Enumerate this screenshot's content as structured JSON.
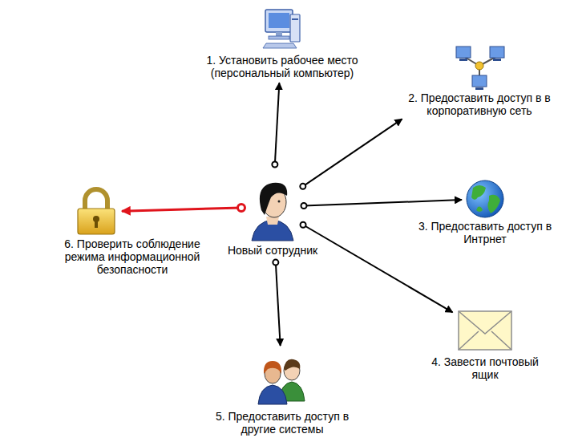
{
  "diagram": {
    "nodes": [
      {
        "text": [
          "Новый сотрудник"
        ]
      },
      {
        "text": [
          "1. Установить рабочее место (персональный компьютер)"
        ]
      },
      {
        "text": [
          "2. Предоставить доступ в в корпоративную сеть"
        ]
      },
      {
        "text": [
          "3. Предоставить доступ в Интрнет"
        ]
      },
      {
        "text": [
          "4. Завести почтовый ящик"
        ]
      },
      {
        "text": [
          "5. Предоставить доступ в другие системы"
        ]
      },
      {
        "text": [
          "6. Проверить соблюдение режима информационной безопасности"
        ]
      }
    ],
    "edges": [
      {
        "from": 0,
        "to": 1,
        "arrow": "to"
      },
      {
        "from": 0,
        "to": 2,
        "arrow": "to"
      },
      {
        "from": 0,
        "to": 3,
        "arrow": "to"
      },
      {
        "from": 0,
        "to": 4,
        "arrow": "to"
      },
      {
        "from": 0,
        "to": 5,
        "arrow": "to"
      },
      {
        "from": 0,
        "to": 6,
        "arrow": "to"
      }
    ]
  }
}
